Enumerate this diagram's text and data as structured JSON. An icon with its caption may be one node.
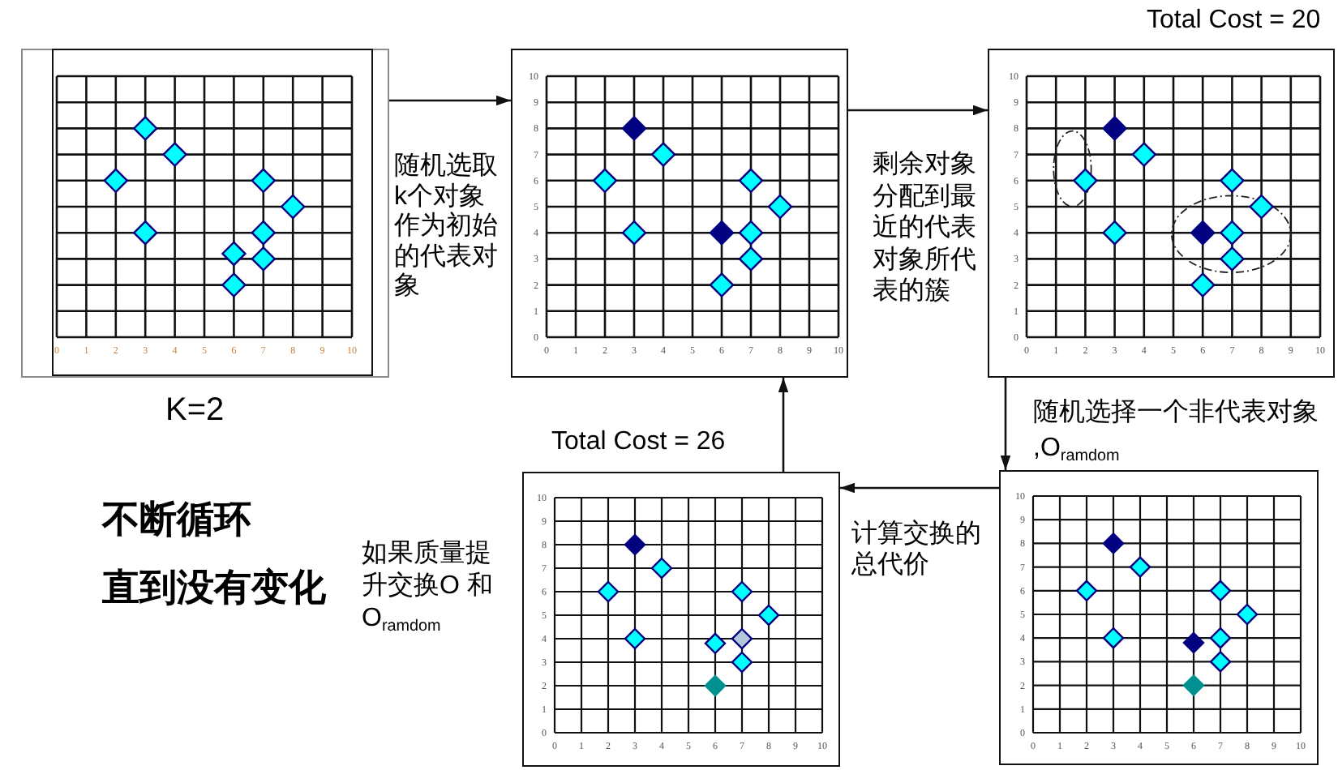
{
  "diagram": {
    "nodes": [
      {
        "text": [],
        "shape": "box",
        "beside": [
          "K=2"
        ]
      },
      {
        "text": [],
        "shape": "box"
      },
      {
        "text": [],
        "shape": "box",
        "beside": [
          "Total Cost = 20"
        ]
      },
      {
        "text": [],
        "shape": "box",
        "beside": [
          "Total Cost = 26"
        ]
      },
      {
        "text": [],
        "shape": "box"
      }
    ],
    "edges": [
      {
        "from": 0,
        "to": 1,
        "arrow": "to",
        "label": "随机选取k个对象作为初始的代表对象"
      },
      {
        "from": 1,
        "to": 2,
        "arrow": "to",
        "label": "剩余对象分配到最近的代表对象所代表的簇"
      },
      {
        "from": 2,
        "to": 4,
        "arrow": "to",
        "label": "随机选择一个非代表对象,O$_{ramdom}$"
      },
      {
        "from": 4,
        "to": 3,
        "arrow": "to",
        "label": "计算交换的总代价"
      },
      {
        "from": 3,
        "to": 1,
        "arrow": "to"
      }
    ],
    "labels": [
      "不断循环",
      "直到没有变化",
      "如果质量提升交换O 和O$_{ramdom}$"
    ],
    "chart_data": [
      {
        "type": "scatter",
        "x": [
          3,
          4,
          2,
          7,
          8,
          3,
          6,
          7,
          7,
          6
        ],
        "xlim": [
          0,
          10
        ],
        "ylim": [
          0,
          10
        ],
        "xticks": [
          0,
          1,
          2,
          3,
          4,
          5,
          6,
          7,
          8,
          9,
          10
        ],
        "grid": true,
        "series": [
          {
            "color": "#00ffff",
            "values": [
              8,
              7,
              6,
              6,
              5,
              4,
              3.2,
              4,
              3,
              2
            ]
          }
        ]
      },
      {
        "type": "scatter",
        "x": [
          3,
          4,
          2,
          7,
          8,
          3,
          6,
          7,
          7,
          6
        ],
        "xlim": [
          0,
          10
        ],
        "ylim": [
          0,
          10
        ],
        "xticks": [
          0,
          1,
          2,
          3,
          4,
          5,
          6,
          7,
          8,
          9,
          10
        ],
        "yticks": [
          0,
          1,
          2,
          3,
          4,
          5,
          6,
          7,
          8,
          9,
          10
        ],
        "grid": true,
        "series": [
          {
            "color": "#00ffff",
            "values": [
              null,
              7,
              6,
              6,
              5,
              4,
              null,
              4,
              3,
              2
            ]
          },
          {
            "color": "#000080",
            "values": [
              8,
              null,
              null,
              null,
              null,
              null,
              4,
              null,
              null,
              null
            ]
          }
        ]
      },
      {
        "type": "scatter",
        "x": [
          3,
          4,
          2,
          7,
          8,
          3,
          6,
          7,
          7,
          6
        ],
        "xlim": [
          0,
          10
        ],
        "ylim": [
          0,
          10
        ],
        "xticks": [
          0,
          1,
          2,
          3,
          4,
          5,
          6,
          7,
          8,
          9,
          10
        ],
        "yticks": [
          0,
          1,
          2,
          3,
          4,
          5,
          6,
          7,
          8,
          9,
          10
        ],
        "grid": true,
        "series": [
          {
            "color": "#00ffff",
            "values": [
              null,
              7,
              6,
              6,
              5,
              4,
              null,
              4,
              3,
              2
            ]
          },
          {
            "color": "#000080",
            "values": [
              8,
              null,
              null,
              null,
              null,
              null,
              4,
              null,
              null,
              null
            ]
          }
        ]
      },
      {
        "type": "scatter",
        "x": [
          3,
          4,
          2,
          7,
          8,
          3,
          6,
          7,
          7,
          6
        ],
        "xlim": [
          0,
          10
        ],
        "ylim": [
          0,
          10
        ],
        "xticks": [
          0,
          1,
          2,
          3,
          4,
          5,
          6,
          7,
          8,
          9,
          10
        ],
        "yticks": [
          0,
          1,
          2,
          3,
          4,
          5,
          6,
          7,
          8,
          9,
          10
        ],
        "grid": true,
        "series": [
          {
            "color": "#00ffff",
            "values": [
              null,
              7,
              6,
              6,
              5,
              4,
              3.8,
              null,
              3,
              null
            ]
          },
          {
            "color": "#000080",
            "values": [
              8,
              null,
              null,
              null,
              null,
              null,
              null,
              null,
              null,
              null
            ]
          },
          {
            "color": "#b4c8dc",
            "values": [
              null,
              null,
              null,
              null,
              null,
              null,
              null,
              4,
              null,
              null
            ]
          },
          {
            "color": "#009090",
            "values": [
              null,
              null,
              null,
              null,
              null,
              null,
              null,
              null,
              null,
              2
            ]
          }
        ]
      },
      {
        "type": "scatter",
        "x": [
          3,
          4,
          2,
          7,
          8,
          3,
          6,
          7,
          7,
          6
        ],
        "xlim": [
          0,
          10
        ],
        "ylim": [
          0,
          10
        ],
        "xticks": [
          0,
          1,
          2,
          3,
          4,
          5,
          6,
          7,
          8,
          9,
          10
        ],
        "yticks": [
          0,
          1,
          2,
          3,
          4,
          5,
          6,
          7,
          8,
          9,
          10
        ],
        "grid": true,
        "series": [
          {
            "color": "#00ffff",
            "values": [
              null,
              7,
              6,
              6,
              5,
              4,
              null,
              4,
              3,
              null
            ]
          },
          {
            "color": "#000080",
            "values": [
              8,
              null,
              null,
              null,
              null,
              null,
              3.8,
              null,
              null,
              null
            ]
          },
          {
            "color": "#009090",
            "values": [
              null,
              null,
              null,
              null,
              null,
              null,
              null,
              null,
              null,
              2
            ]
          }
        ]
      }
    ]
  }
}
